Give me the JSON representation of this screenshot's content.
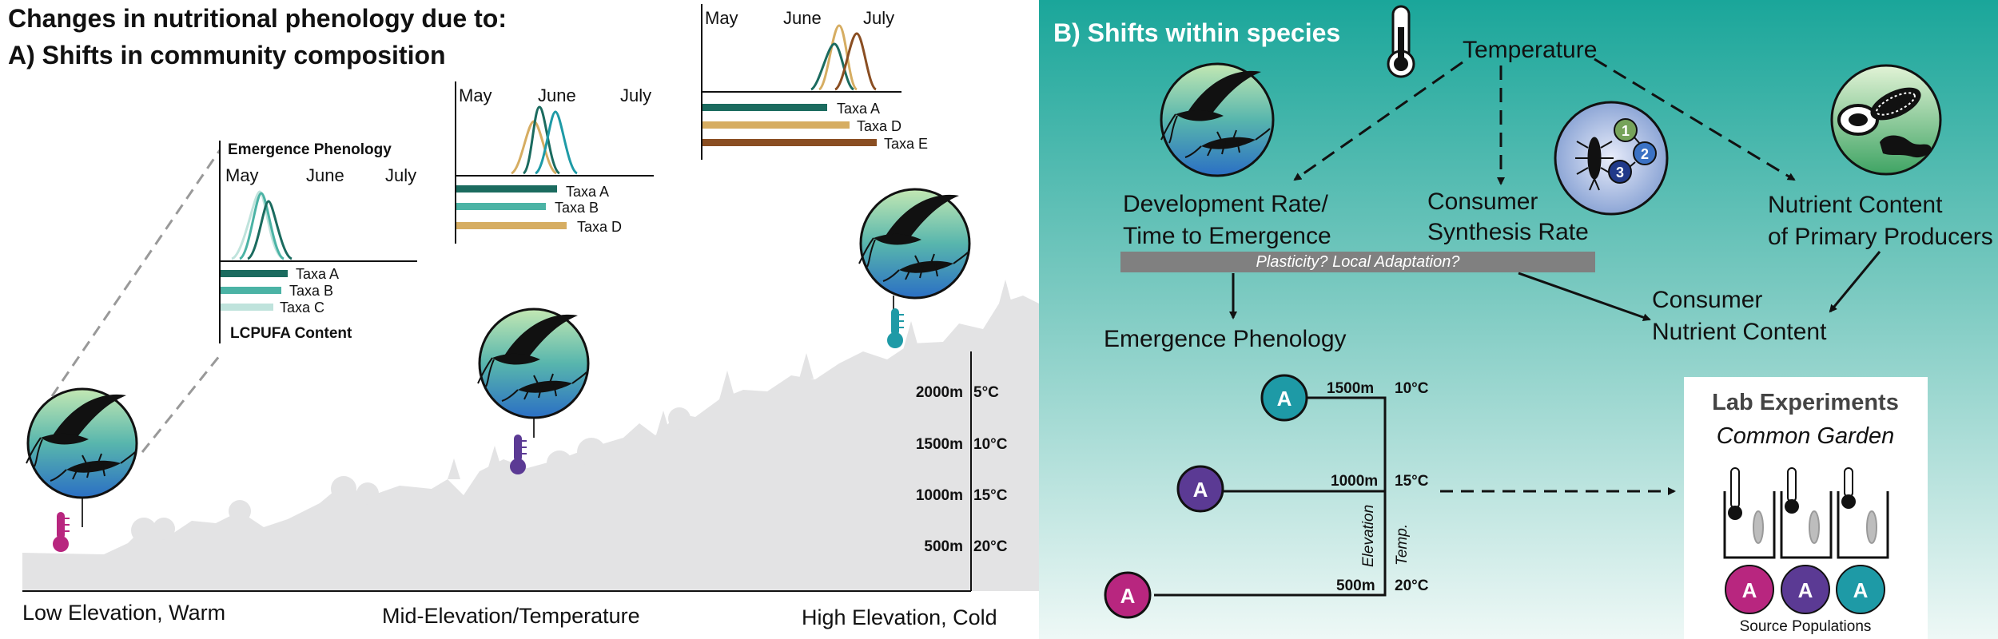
{
  "panel_a": {
    "title_line1": "Changes in nutritional phenology due to:",
    "title_line2": "A)  Shifts in community composition",
    "x_labels": {
      "low": "Low Elevation, Warm",
      "mid": "Mid-Elevation/Temperature",
      "high": "High Elevation, Cold"
    },
    "scale_ticks": [
      {
        "elev": "500m",
        "temp": "20°C"
      },
      {
        "elev": "1000m",
        "temp": "15°C"
      },
      {
        "elev": "1500m",
        "temp": "10°C"
      },
      {
        "elev": "2000m",
        "temp": "5°C"
      }
    ],
    "inset_low": {
      "title": "Emergence Phenology",
      "months": [
        "May",
        "June",
        "July"
      ],
      "taxa": [
        "Taxa A",
        "Taxa B",
        "Taxa C"
      ],
      "footer": "LCPUFA Content"
    },
    "inset_mid": {
      "months": [
        "May",
        "June",
        "July"
      ],
      "taxa": [
        "Taxa A",
        "Taxa B",
        "Taxa D"
      ]
    },
    "inset_high": {
      "months": [
        "May",
        "June",
        "July"
      ],
      "taxa": [
        "Taxa A",
        "Taxa D",
        "Taxa E"
      ]
    }
  },
  "panel_b": {
    "title": "B) Shifts within species",
    "nodes": {
      "temperature": "Temperature",
      "development_l1": "Development Rate/",
      "development_l2": "Time to Emergence",
      "synthesis_l1": "Consumer",
      "synthesis_l2": "Synthesis Rate",
      "nutrient_l1": "Nutrient Content",
      "nutrient_l2": "of Primary Producers",
      "plasticity": "Plasticity? Local Adaptation?",
      "emergence": "Emergence Phenology",
      "consumer_l1": "Consumer",
      "consumer_l2": "Nutrient Content"
    },
    "tree_labels": [
      {
        "elev": "1500m",
        "temp": "10°C"
      },
      {
        "elev": "1000m",
        "temp": "15°C"
      },
      {
        "elev": "500m",
        "temp": "20°C"
      }
    ],
    "axis_elevation": "Elevation",
    "axis_temp": "Temp.",
    "population_letter": "A",
    "consumer_numbers": [
      "1",
      "2",
      "3"
    ],
    "lab": {
      "title": "Lab Experiments",
      "subtitle": "Common Garden",
      "footer": "Source Populations"
    }
  },
  "colors": {
    "magenta": "#b8267f",
    "purple": "#5b3a94",
    "teal": "#1e9aa6",
    "dark_teal": "#1b6b5f",
    "mid_teal": "#4bb3a5",
    "light_teal": "#bfe3dc",
    "gold": "#d6ad62",
    "brown": "#8a4e22"
  }
}
